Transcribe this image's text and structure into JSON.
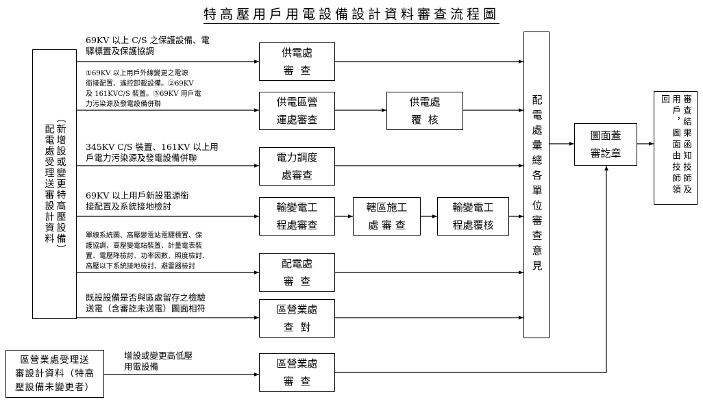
{
  "title": "特高壓用戶用電設備設計資料審查流程圖",
  "source_box": {
    "col1": "配電處受理送審設計資料",
    "col2": "（新增設或變更特高壓設備）"
  },
  "lower_source_box": "區營業處受理送\n審設計資料（特高\n壓設備未變更者）",
  "labels": [
    "69KV 以上 C/S 之保護設備、電\n驛標置及保護協調",
    "①69KV 以上用戶外線變更之電源\n銜接配置、遙控卸載設備。②69KV\n及 161KVC/S 裝置。③69KV 用戶電\n力污染源及發電設備併聯",
    "345KV C/S 裝置、161KV 以上用\n戶電力污染源及發電設備併聯",
    "69KV 以上用戶新設電源銜\n接配置及系統接地檢討",
    "單線系統圖、高壓變電站電驛標置、保\n護協調、高壓變電站裝置、計量電表裝\n置、電壓降檢討、功率因數、照度檢討、\n高壓以下系統接地檢討、避雷器檢討",
    "既設設備是否與區處留存之檢驗\n送電（含審訖未送電）圖面相符",
    "增設或變更高低壓\n用電設備"
  ],
  "boxes": {
    "b1": "供電處\n審  查",
    "b2": "供電區營\n運處審查",
    "b2b": "供電處\n覆  核",
    "b3": "電力調度\n處審查",
    "b4": "輸變電工\n程處審查",
    "b4b": "轄區施工\n處 審 查",
    "b4c": "輸變電工\n程處覆核",
    "b5": "配電處\n審  查",
    "b6": "區營業處\n查  對",
    "b7": "區營業處\n審  查",
    "stamp": "圖面蓋\n審訖章"
  },
  "summary_box": "配電處彙總各單位審查意見",
  "result_box": "審查結果函知技師及用戶，圖面由技師領回"
}
